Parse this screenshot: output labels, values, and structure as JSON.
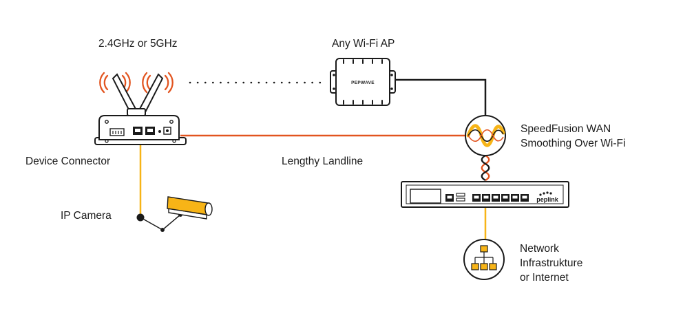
{
  "labels": {
    "frequency": "2.4GHz or 5GHz",
    "access_point": "Any Wi-Fi AP",
    "device_connector": "Device Connector",
    "landline": "Lengthy Landline",
    "ip_camera": "IP Camera",
    "speedfusion": [
      "SpeedFusion WAN",
      "Smoothing Over Wi-Fi"
    ],
    "network": [
      "Network",
      "Infrastrukture",
      "or Internet"
    ]
  },
  "brands": {
    "ap": "PEPWAVE",
    "router": "peplink"
  },
  "colors": {
    "accent_orange": "#e2541f",
    "accent_yellow": "#f7b417",
    "outline": "#1a1a1a",
    "background": "#ffffff"
  },
  "icons": [
    "wifi-signal-icon",
    "antenna-icon",
    "speedfusion-wave-icon",
    "network-tree-icon",
    "ip-camera-icon"
  ]
}
